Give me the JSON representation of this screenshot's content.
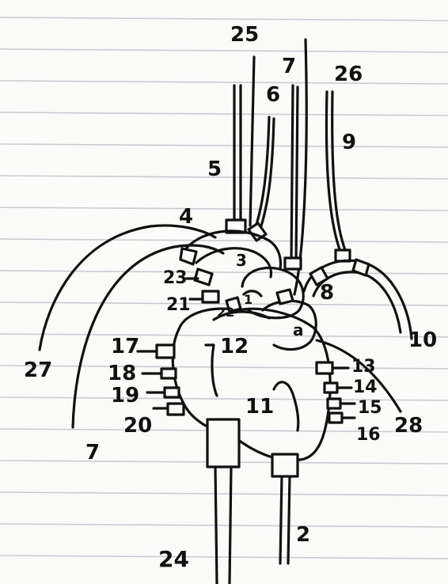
{
  "labels": {
    "l2": "2",
    "l3": "3",
    "l4": "4",
    "l5": "5",
    "l6": "6",
    "l7_top": "7",
    "l7_left": "7",
    "l8": "8",
    "l9": "9",
    "l10": "10",
    "l11": "11",
    "l12": "12",
    "l13": "13",
    "l14": "14",
    "l15": "15",
    "l16": "16",
    "l17": "17",
    "l18": "18",
    "l19": "19",
    "l20": "20",
    "l21": "21",
    "l22": "22",
    "l23": "23",
    "l24": "24",
    "l25": "25",
    "l26": "26",
    "l27": "27",
    "l28": "28",
    "small_1": "1",
    "small_a": "a"
  }
}
